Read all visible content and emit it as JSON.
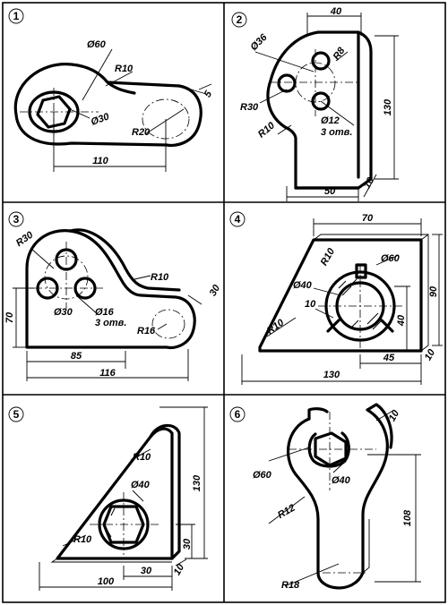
{
  "panels": [
    {
      "number": "1",
      "dims": [
        "Ø60",
        "R10",
        "5",
        "Ø30",
        "R20",
        "110"
      ]
    },
    {
      "number": "2",
      "dims": [
        "40",
        "Ø36",
        "R8",
        "130",
        "R30",
        "Ø12",
        "3 отв.",
        "R10",
        "50",
        "10"
      ]
    },
    {
      "number": "3",
      "dims": [
        "R30",
        "R10",
        "30",
        "70",
        "Ø30",
        "Ø16",
        "3 отв.",
        "R16",
        "85",
        "116"
      ]
    },
    {
      "number": "4",
      "dims": [
        "70",
        "R10",
        "Ø60",
        "Ø40",
        "10",
        "90",
        "40",
        "R10",
        "45",
        "10",
        "130"
      ]
    },
    {
      "number": "5",
      "dims": [
        "R10",
        "130",
        "Ø40",
        "R10",
        "30",
        "100",
        "30",
        "10"
      ]
    },
    {
      "number": "6",
      "dims": [
        "10",
        "Ø60",
        "Ø40",
        "R12",
        "108",
        "R18"
      ]
    }
  ]
}
